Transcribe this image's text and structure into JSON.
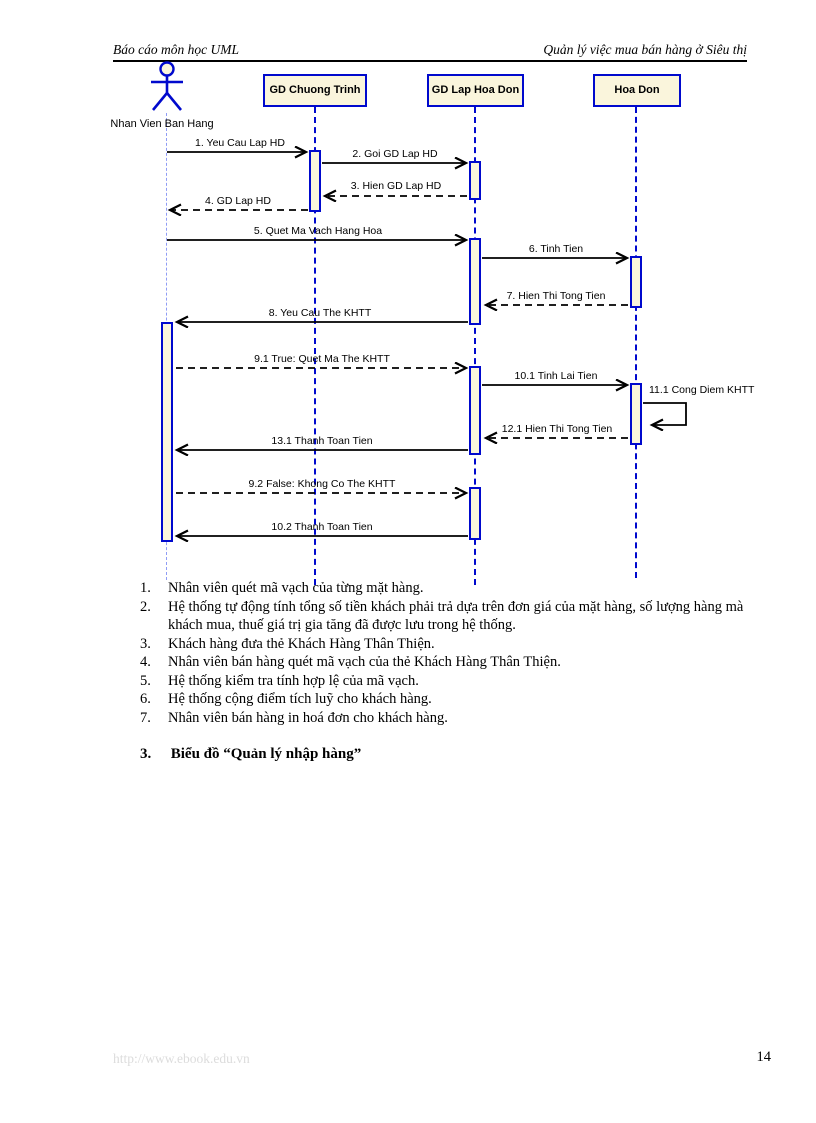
{
  "header": {
    "left": "Báo cáo môn học UML",
    "right": "Quản lý việc mua bán hàng ở Siêu thị"
  },
  "diagram": {
    "actor": {
      "name": "Nhan Vien Ban Hang"
    },
    "lifelines": [
      {
        "label": "GD Chuong Trinh"
      },
      {
        "label": "GD Lap Hoa Don"
      },
      {
        "label": "Hoa Don"
      }
    ],
    "messages": [
      {
        "label": "1. Yeu Cau Lap HD",
        "type": "solid"
      },
      {
        "label": "2. Goi GD Lap HD",
        "type": "solid"
      },
      {
        "label": "3. Hien GD Lap HD",
        "type": "dashed"
      },
      {
        "label": "4. GD Lap HD",
        "type": "dashed"
      },
      {
        "label": "5. Quet Ma Vach Hang Hoa",
        "type": "solid"
      },
      {
        "label": "6. Tinh Tien",
        "type": "solid"
      },
      {
        "label": "7. Hien Thi Tong Tien",
        "type": "dashed"
      },
      {
        "label": "8. Yeu Cau The KHTT",
        "type": "solid"
      },
      {
        "label": "9.1 True: Quet Ma The KHTT",
        "type": "dashed"
      },
      {
        "label": "10.1 Tinh Lai Tien",
        "type": "solid"
      },
      {
        "label": "11.1 Cong Diem KHTT",
        "type": "self"
      },
      {
        "label": "12.1 Hien Thi Tong Tien",
        "type": "dashed"
      },
      {
        "label": "13.1 Thanh Toan Tien",
        "type": "solid"
      },
      {
        "label": "9.2 False: Khong Co The KHTT",
        "type": "dashed"
      },
      {
        "label": "10.2 Thanh Toan Tien",
        "type": "solid"
      }
    ],
    "colors": {
      "object_border": "#0009cd",
      "object_fill": "#faf5dc",
      "actor_lifeline": "#8f9cf5",
      "arrow": "#000000"
    }
  },
  "steps": [
    {
      "num": "1.",
      "text": "Nhân viên quét mã vạch của từng mặt hàng."
    },
    {
      "num": "2.",
      "text": "Hệ thống tự động tính tổng số tiền khách phải trả dựa trên đơn giá của mặt hàng, số lượng hàng mà khách mua, thuế giá trị gia tăng đã được lưu trong hệ thống."
    },
    {
      "num": "3.",
      "text": "Khách hàng đưa thẻ Khách Hàng Thân Thiện."
    },
    {
      "num": "4.",
      "text": "Nhân viên bán hàng quét mã vạch của thẻ Khách Hàng Thân Thiện."
    },
    {
      "num": "5.",
      "text": "Hệ thống kiểm tra tính hợp lệ của mã vạch."
    },
    {
      "num": "6.",
      "text": "Hệ thống cộng điểm tích luỹ cho khách hàng."
    },
    {
      "num": "7.",
      "text": "Nhân viên bán hàng in hoá đơn cho khách hàng."
    }
  ],
  "next_heading": {
    "num": "3.",
    "text": "Biểu đồ “Quản lý nhập hàng”"
  },
  "footer": {
    "watermark": "http://www.ebook.edu.vn",
    "page_number": "14"
  }
}
